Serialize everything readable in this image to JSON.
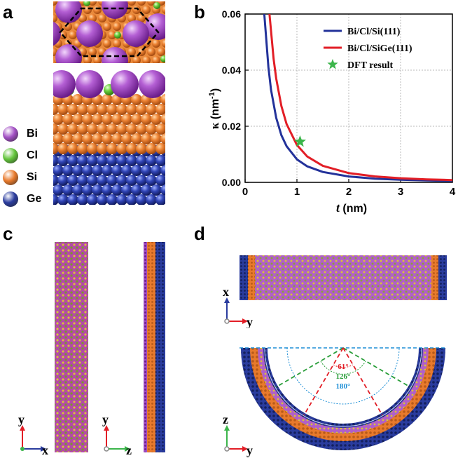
{
  "panels": {
    "a": "a",
    "b": "b",
    "c": "c",
    "d": "d"
  },
  "elements": [
    {
      "symbol": "Bi",
      "color": "#a24fc4"
    },
    {
      "symbol": "Cl",
      "color": "#63c53b"
    },
    {
      "symbol": "Si",
      "color": "#e87a2c"
    },
    {
      "symbol": "Ge",
      "color": "#2a3c9e"
    }
  ],
  "chart_data": {
    "type": "line",
    "ylabel": "κ (nm⁻¹)",
    "xlabel": "t (nm)",
    "xlim": [
      0,
      4
    ],
    "ylim": [
      0,
      0.06
    ],
    "xticks": [
      "0",
      "1",
      "2",
      "3",
      "4"
    ],
    "yticks": [
      "0.00",
      "0.02",
      "0.04",
      "0.06"
    ],
    "grid": true,
    "legend_position": "top-right",
    "series": [
      {
        "name": "Bi/Cl/Si(111)",
        "color": "#23329a",
        "x": [
          0.37,
          0.45,
          0.5,
          0.6,
          0.7,
          0.8,
          1.0,
          1.2,
          1.5,
          2.0,
          2.5,
          3.0,
          3.5,
          4.0
        ],
        "y": [
          0.06,
          0.041,
          0.033,
          0.023,
          0.0168,
          0.0129,
          0.0082,
          0.0057,
          0.0037,
          0.0021,
          0.00133,
          0.00092,
          0.00068,
          0.00052
        ]
      },
      {
        "name": "Bi/Cl/SiGe(111)",
        "color": "#e21e26",
        "x": [
          0.47,
          0.55,
          0.6,
          0.7,
          0.8,
          1.0,
          1.2,
          1.5,
          2.0,
          2.5,
          3.0,
          3.5,
          4.0
        ],
        "y": [
          0.06,
          0.044,
          0.037,
          0.0272,
          0.0208,
          0.0133,
          0.0092,
          0.0059,
          0.0033,
          0.00212,
          0.00147,
          0.00108,
          0.00083
        ]
      }
    ],
    "points": [
      {
        "name": "DFT result",
        "x": 1.06,
        "y": 0.0145,
        "color": "#3bb54a"
      }
    ]
  },
  "axes_c": {
    "left": {
      "vertical": "y",
      "horizontal": "x"
    },
    "right": {
      "vertical": "y",
      "horizontal": "z"
    }
  },
  "axes_d": {
    "top": {
      "vertical": "x",
      "horizontal": "y"
    },
    "bottom": {
      "vertical": "z",
      "horizontal": "y"
    }
  },
  "angles": [
    {
      "label": "61°",
      "color": "#e21e26"
    },
    {
      "label": "126°",
      "color": "#2a9e3a"
    },
    {
      "label": "180°",
      "color": "#1e8fd6"
    }
  ]
}
